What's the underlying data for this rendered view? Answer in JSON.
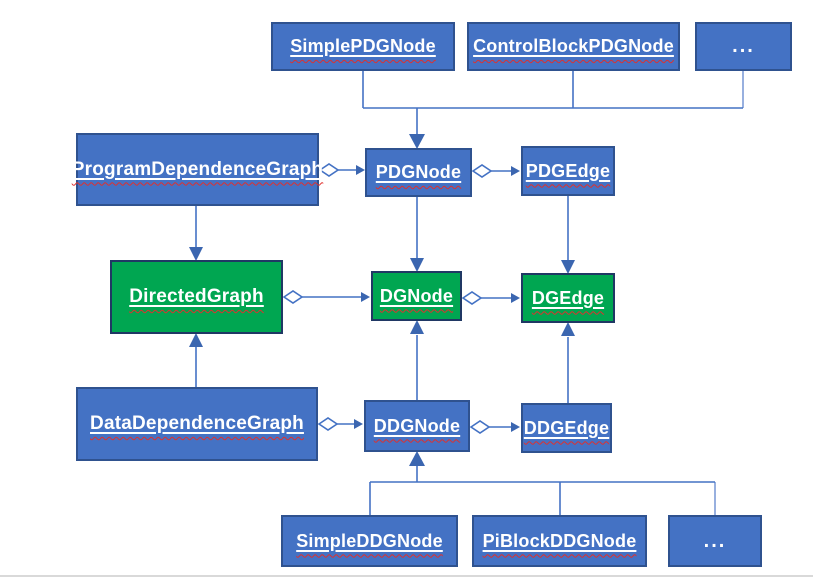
{
  "diagram": {
    "kind": "uml-class-diagram",
    "nodes": {
      "simple_pdg_node": {
        "label": "SimplePDGNode"
      },
      "control_block_pdg_node": {
        "label": "ControlBlockPDGNode"
      },
      "dots_top": {
        "label": "..."
      },
      "program_dependence_graph": {
        "label": "ProgramDependenceGraph"
      },
      "pdg_node": {
        "label": "PDGNode"
      },
      "pdg_edge": {
        "label": "PDGEdge"
      },
      "directed_graph": {
        "label": "DirectedGraph"
      },
      "dg_node": {
        "label": "DGNode"
      },
      "dg_edge": {
        "label": "DGEdge"
      },
      "data_dependence_graph": {
        "label": "DataDependenceGraph"
      },
      "ddg_node": {
        "label": "DDGNode"
      },
      "ddg_edge": {
        "label": "DDGEdge"
      },
      "simple_ddg_node": {
        "label": "SimpleDDGNode"
      },
      "pi_block_ddg_node": {
        "label": "PiBlockDDGNode"
      },
      "dots_bottom": {
        "label": "..."
      }
    },
    "relations": [
      {
        "from": "SimplePDGNode",
        "to": "PDGNode",
        "type": "inheritance"
      },
      {
        "from": "ControlBlockPDGNode",
        "to": "PDGNode",
        "type": "inheritance"
      },
      {
        "from": "... (top)",
        "to": "PDGNode",
        "type": "inheritance"
      },
      {
        "from": "PDGNode",
        "to": "DGNode",
        "type": "inheritance"
      },
      {
        "from": "PDGEdge",
        "to": "DGEdge",
        "type": "inheritance"
      },
      {
        "from": "ProgramDependenceGraph",
        "to": "DirectedGraph",
        "type": "inheritance"
      },
      {
        "from": "DataDependenceGraph",
        "to": "DirectedGraph",
        "type": "inheritance"
      },
      {
        "from": "DDGNode",
        "to": "DGNode",
        "type": "inheritance"
      },
      {
        "from": "DDGEdge",
        "to": "DGEdge",
        "type": "inheritance"
      },
      {
        "from": "SimpleDDGNode",
        "to": "DDGNode",
        "type": "inheritance"
      },
      {
        "from": "PiBlockDDGNode",
        "to": "DDGNode",
        "type": "inheritance"
      },
      {
        "from": "... (bottom)",
        "to": "DDGNode",
        "type": "inheritance"
      },
      {
        "from": "ProgramDependenceGraph",
        "to": "PDGNode",
        "type": "aggregation"
      },
      {
        "from": "PDGNode",
        "to": "PDGEdge",
        "type": "aggregation"
      },
      {
        "from": "DirectedGraph",
        "to": "DGNode",
        "type": "aggregation"
      },
      {
        "from": "DGNode",
        "to": "DGEdge",
        "type": "aggregation"
      },
      {
        "from": "DataDependenceGraph",
        "to": "DDGNode",
        "type": "aggregation"
      },
      {
        "from": "DDGNode",
        "to": "DDGEdge",
        "type": "aggregation"
      }
    ],
    "colors": {
      "blue_fill": "#4472C4",
      "blue_border": "#2F528F",
      "green_fill": "#00A651",
      "green_border": "#203864",
      "connector": "#4472C4",
      "label_text": "#FFFFFF",
      "spellcheck_squiggle": "#E0302D"
    }
  }
}
